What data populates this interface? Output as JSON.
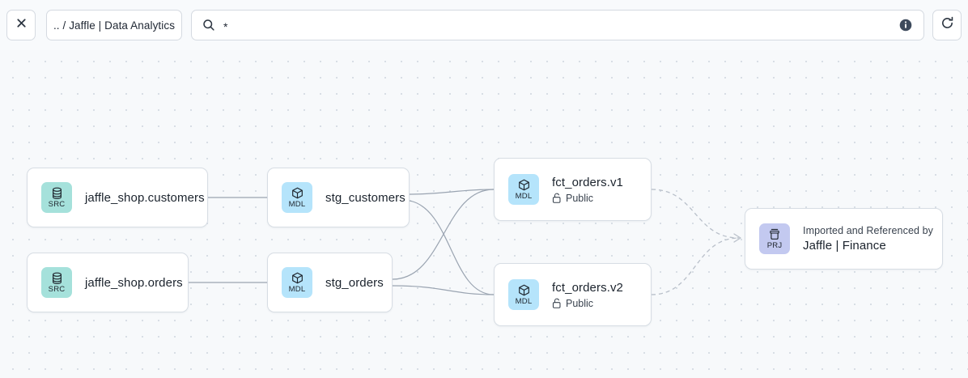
{
  "toolbar": {
    "close_label": "close-icon",
    "breadcrumb": ".. / Jaffle | Data Analytics",
    "search": {
      "value": "*",
      "placeholder": "",
      "icon": "search-icon",
      "info_icon": "info-icon"
    },
    "refresh_label": "refresh-icon"
  },
  "graph": {
    "nodes": [
      {
        "id": "src-customers",
        "badge": "SRC",
        "icon": "database-icon",
        "title": "jaffle_shop.customers"
      },
      {
        "id": "src-orders",
        "badge": "SRC",
        "icon": "database-icon",
        "title": "jaffle_shop.orders"
      },
      {
        "id": "stg-customers",
        "badge": "MDL",
        "icon": "cube-icon",
        "title": "stg_customers"
      },
      {
        "id": "stg-orders",
        "badge": "MDL",
        "icon": "cube-icon",
        "title": "stg_orders"
      },
      {
        "id": "fct-orders-v1",
        "badge": "MDL",
        "icon": "cube-icon",
        "title": "fct_orders.v1",
        "visibility": "Public",
        "visibility_icon": "unlock-icon"
      },
      {
        "id": "fct-orders-v2",
        "badge": "MDL",
        "icon": "cube-icon",
        "title": "fct_orders.v2",
        "visibility": "Public",
        "visibility_icon": "unlock-icon"
      },
      {
        "id": "prj-finance",
        "badge": "PRJ",
        "icon": "archive-icon",
        "kicker": "Imported and Referenced by",
        "title": "Jaffle | Finance"
      }
    ],
    "edges": [
      {
        "from": "src-customers",
        "to": "stg-customers",
        "style": "solid"
      },
      {
        "from": "src-orders",
        "to": "stg-orders",
        "style": "solid"
      },
      {
        "from": "stg-customers",
        "to": "fct-orders-v1",
        "style": "solid"
      },
      {
        "from": "stg-customers",
        "to": "fct-orders-v2",
        "style": "solid"
      },
      {
        "from": "stg-orders",
        "to": "fct-orders-v1",
        "style": "solid"
      },
      {
        "from": "stg-orders",
        "to": "fct-orders-v2",
        "style": "solid"
      },
      {
        "from": "fct-orders-v1",
        "to": "prj-finance",
        "style": "dashed"
      },
      {
        "from": "fct-orders-v2",
        "to": "prj-finance",
        "style": "dashed"
      }
    ]
  },
  "colors": {
    "canvas_bg": "#f7f9fb",
    "dot": "#cdd5de",
    "src_badge": "#a5e1db",
    "mdl_badge": "#b5e4fb",
    "prj_badge": "#c3c9f0",
    "node_border": "#d7dde4",
    "edge": "#9aa4b1",
    "edge_dashed": "#b9c0ca"
  }
}
